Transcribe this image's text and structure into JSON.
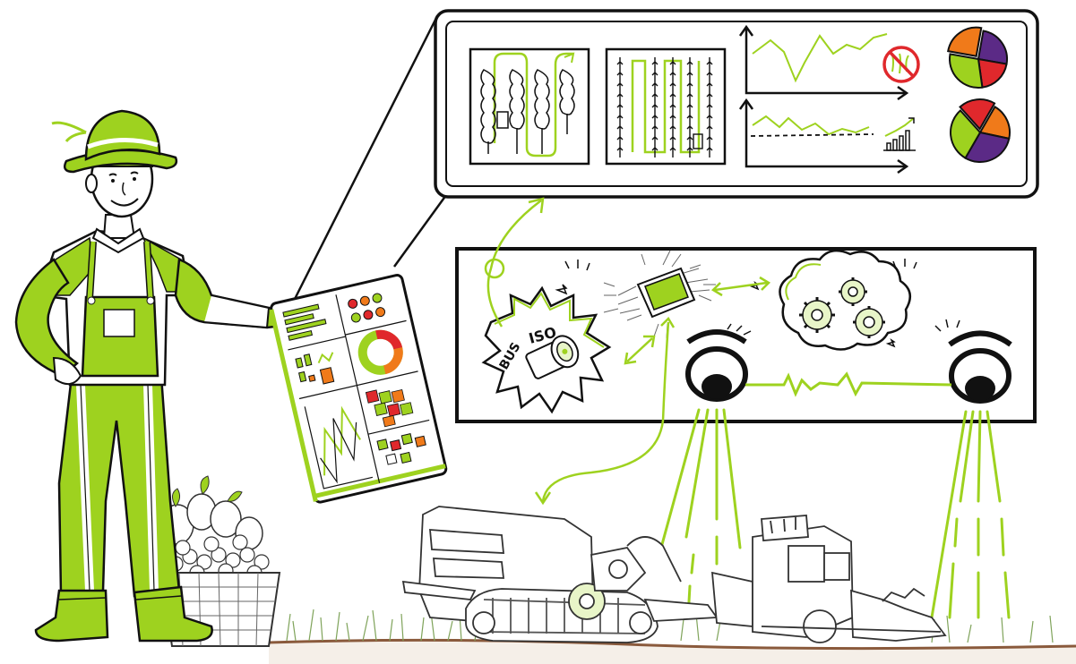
{
  "labels": {
    "iso": "ISO",
    "bus": "BUS"
  },
  "colors": {
    "accent_green": "#9ed21f",
    "ink": "#111111",
    "purple": "#5b2a86",
    "orange": "#f07a1a",
    "red": "#e0282c",
    "soil": "#8a5a3c"
  },
  "icons": {
    "no_weeds": "no-weeds-icon",
    "growth": "growth-chart-icon",
    "chip": "processor-chip-icon",
    "gears": "gears-cloud-icon",
    "camera": "camera-eye-icon",
    "connector": "isobus-connector-icon"
  },
  "pie_charts": [
    {
      "slices": [
        {
          "color": "#5b2a86",
          "fraction": 0.25
        },
        {
          "color": "#e0282c",
          "fraction": 0.2
        },
        {
          "color": "#9ed21f",
          "fraction": 0.3
        },
        {
          "color": "#f07a1a",
          "fraction": 0.25
        }
      ]
    },
    {
      "slices": [
        {
          "color": "#f07a1a",
          "fraction": 0.2
        },
        {
          "color": "#5b2a86",
          "fraction": 0.3
        },
        {
          "color": "#9ed21f",
          "fraction": 0.3
        },
        {
          "color": "#e0282c",
          "fraction": 0.2
        }
      ]
    }
  ]
}
